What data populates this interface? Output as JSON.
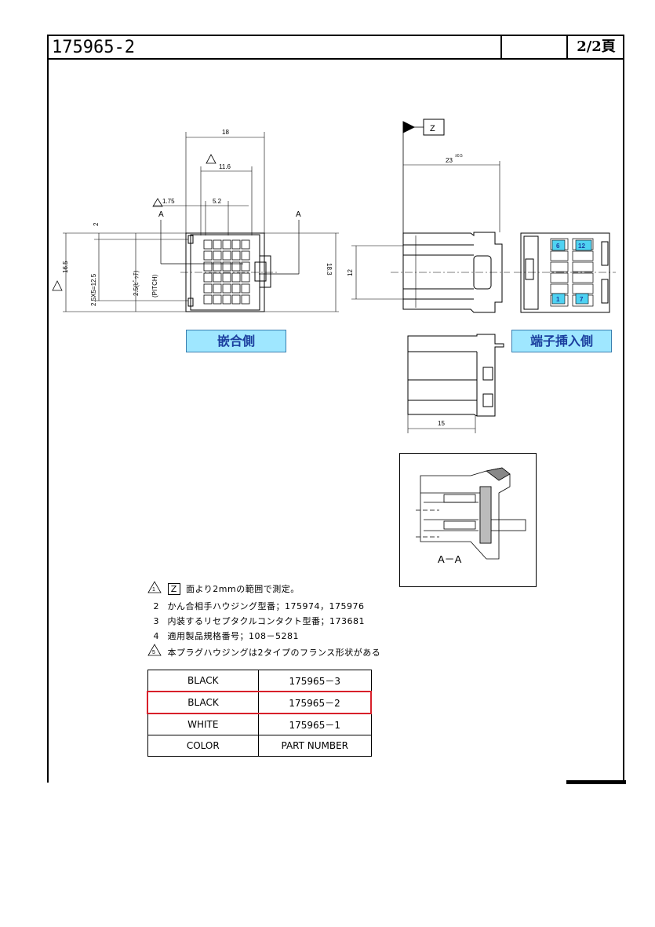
{
  "header": {
    "part_number": "175965-2",
    "page": "2/2頁"
  },
  "labels": {
    "mating_side": "嵌合側",
    "terminal_side": "端子挿入側"
  },
  "dimensions": {
    "d18": "18",
    "d11_6": "11.6",
    "d1_75": "1.75",
    "d5_2": "5.2",
    "dA_left": "A",
    "dA_right": "A",
    "d2": "2",
    "d16_5": "16.5",
    "d2_5x5": "2.5X5=12.5",
    "d2_5pitch": "2.5(ﾋﾟｯﾁ)",
    "pitch": "(PITCH)",
    "d18_3": "18.3",
    "dZ": "Z",
    "d23": "23",
    "d23_tol": "±0.5",
    "d12": "12",
    "d15": "15",
    "pin6": "6",
    "pin12": "12",
    "pin1": "1",
    "pin7": "7",
    "section": "A－A",
    "tri1": "1",
    "tri5": "5"
  },
  "notes": [
    {
      "num": "1",
      "z": "Z",
      "text": "面より2mmの範囲で測定。"
    },
    {
      "num": "2",
      "text": "かん合相手ハウジング型番；175974，175976"
    },
    {
      "num": "3",
      "text": "内装するリセプタクルコンタクト型番；173681"
    },
    {
      "num": "4",
      "text": "適用製品規格番号；108－5281"
    },
    {
      "num": "5",
      "text": "本プラグハウジングは2タイプのフランス形状がある"
    }
  ],
  "part_table": {
    "rows": [
      {
        "color": "BLACK",
        "part": "175965－3"
      },
      {
        "color": "BLACK",
        "part": "175965－2",
        "highlight": true
      },
      {
        "color": "WHITE",
        "part": "175965－1"
      },
      {
        "color": "COLOR",
        "part": "PART NUMBER"
      }
    ]
  },
  "colors": {
    "label_fill": "#9fe7ff",
    "label_text": "#1a3e9e",
    "highlight": "#d8202a",
    "pin_fill": "#4fd2f2"
  }
}
